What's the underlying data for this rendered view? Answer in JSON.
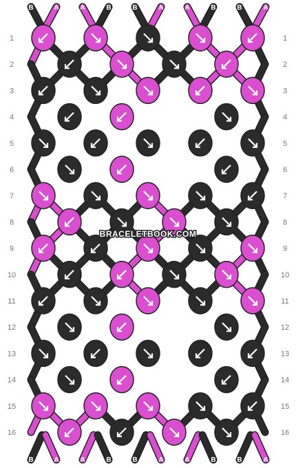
{
  "colors": {
    "A": "#d94fcf",
    "B": "#2b2b2b"
  },
  "watermark": "BRACELETBOOK.COM",
  "top_strings": [
    "B",
    "A",
    "A",
    "B",
    "B",
    "A",
    "A",
    "B",
    "B",
    "A"
  ],
  "bottom_strings": [
    "B",
    "A",
    "A",
    "B",
    "B",
    "A",
    "A",
    "B",
    "B",
    "A"
  ],
  "row_labels": [
    "1",
    "2",
    "3",
    "4",
    "5",
    "6",
    "7",
    "8",
    "9",
    "10",
    "11",
    "12",
    "13",
    "14",
    "15",
    "16"
  ],
  "rows": [
    [
      {
        "c": "A",
        "d": "NE"
      },
      {
        "c": "A",
        "d": "SE"
      },
      {
        "c": "B",
        "d": "SE"
      },
      {
        "c": "A",
        "d": "SE"
      },
      {
        "c": "A",
        "d": "NE"
      }
    ],
    [
      {
        "c": "B",
        "d": "NE"
      },
      {
        "c": "A",
        "d": "SE"
      },
      {
        "c": "B",
        "d": "SE"
      },
      {
        "c": "A",
        "d": "NE"
      }
    ],
    [
      {
        "c": "B",
        "d": "NE"
      },
      {
        "c": "B",
        "d": "SE"
      },
      {
        "c": "A",
        "d": "SE"
      },
      {
        "c": "A",
        "d": "NE"
      },
      {
        "c": "A",
        "d": "SE"
      }
    ],
    [
      {
        "c": "B",
        "d": "NE"
      },
      {
        "c": "A",
        "d": "NE"
      },
      {
        "c": "B",
        "d": "SE"
      }
    ],
    [
      {
        "c": "B",
        "d": "SE"
      },
      {
        "c": "B",
        "d": "NE"
      },
      {
        "c": "B",
        "d": "SE"
      },
      {
        "c": "B",
        "d": "NE"
      },
      {
        "c": "B",
        "d": "SE"
      }
    ],
    [
      {
        "c": "B",
        "d": "SE"
      },
      {
        "c": "A",
        "d": "NE"
      },
      {
        "c": "B",
        "d": "NE"
      }
    ],
    [
      {
        "c": "A",
        "d": "SE"
      },
      {
        "c": "B",
        "d": "SE"
      },
      {
        "c": "A",
        "d": "SE"
      },
      {
        "c": "B",
        "d": "SE"
      },
      {
        "c": "B",
        "d": "NE"
      }
    ],
    [
      {
        "c": "A",
        "d": "NE"
      },
      {
        "c": "B",
        "d": "SE"
      },
      {
        "c": "A",
        "d": "SE"
      },
      {
        "c": "B",
        "d": "SE"
      }
    ],
    [
      {
        "c": "A",
        "d": "NE"
      },
      {
        "c": "B",
        "d": "NE"
      },
      {
        "c": "A",
        "d": "SE"
      },
      {
        "c": "B",
        "d": "SE"
      },
      {
        "c": "A",
        "d": "SE"
      }
    ],
    [
      {
        "c": "B",
        "d": "NE"
      },
      {
        "c": "A",
        "d": "NE"
      },
      {
        "c": "B",
        "d": "SE"
      },
      {
        "c": "A",
        "d": "SE"
      }
    ],
    [
      {
        "c": "B",
        "d": "NE"
      },
      {
        "c": "B",
        "d": "SE"
      },
      {
        "c": "A",
        "d": "SE"
      },
      {
        "c": "B",
        "d": "SE"
      },
      {
        "c": "A",
        "d": "SE"
      }
    ],
    [
      {
        "c": "B",
        "d": "SE"
      },
      {
        "c": "A",
        "d": "NE"
      },
      {
        "c": "B",
        "d": "SE"
      }
    ],
    [
      {
        "c": "B",
        "d": "SE"
      },
      {
        "c": "B",
        "d": "NE"
      },
      {
        "c": "B",
        "d": "SE"
      },
      {
        "c": "B",
        "d": "NE"
      },
      {
        "c": "B",
        "d": "NE"
      }
    ],
    [
      {
        "c": "B",
        "d": "SE"
      },
      {
        "c": "A",
        "d": "NE"
      },
      {
        "c": "B",
        "d": "NE"
      }
    ],
    [
      {
        "c": "A",
        "d": "SE"
      },
      {
        "c": "A",
        "d": "SE"
      },
      {
        "c": "A",
        "d": "SE"
      },
      {
        "c": "B",
        "d": "SE"
      },
      {
        "c": "B",
        "d": "NE"
      }
    ],
    [
      {
        "c": "A",
        "d": "NE"
      },
      {
        "c": "B",
        "d": "NE"
      },
      {
        "c": "A",
        "d": "SE"
      },
      {
        "c": "B",
        "d": "SE"
      }
    ]
  ]
}
